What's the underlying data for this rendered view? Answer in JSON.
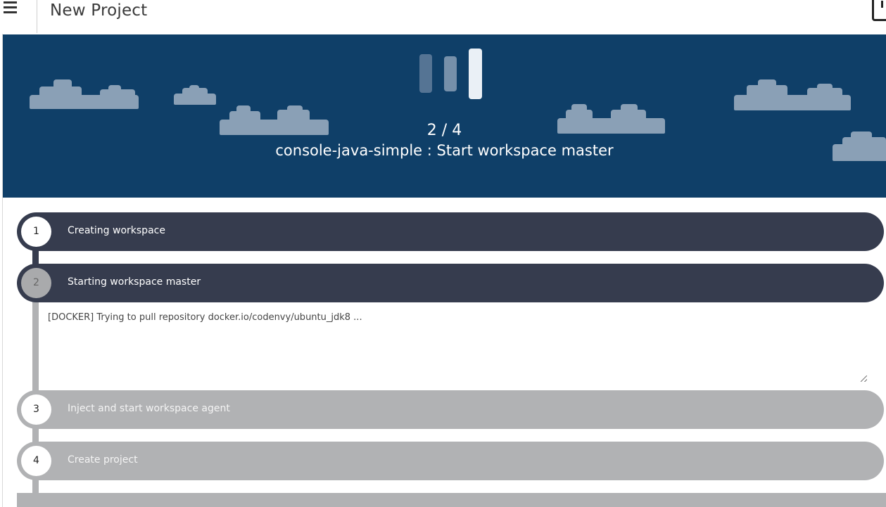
{
  "toolbar": {
    "title": "New Project",
    "menu_icon": "hamburger-menu-icon"
  },
  "banner": {
    "progress": {
      "current": 2,
      "total": 4
    },
    "step_count_text": "2 / 4",
    "status_text": "console-java-simple : Start workspace master",
    "colors": {
      "background": "#0f3f68",
      "cloud": "#8aa0b6",
      "loader_active": "#eaf0f6"
    }
  },
  "steps": [
    {
      "number": "1",
      "label": "Creating workspace",
      "state": "done"
    },
    {
      "number": "2",
      "label": "Starting workspace master",
      "state": "in-progress"
    },
    {
      "number": "3",
      "label": "Inject and start workspace agent",
      "state": "pending"
    },
    {
      "number": "4",
      "label": "Create project",
      "state": "pending"
    }
  ],
  "log": {
    "text": "[DOCKER] Trying to pull repository docker.io/codenvy/ubuntu_jdk8 ..."
  }
}
